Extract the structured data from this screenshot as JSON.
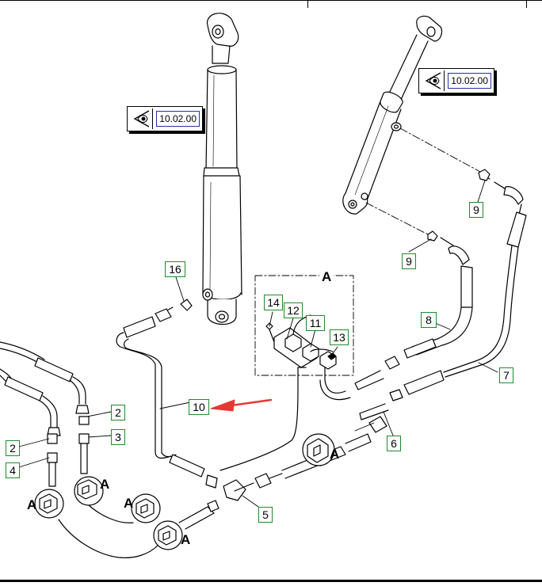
{
  "diagram": {
    "view_reference": {
      "code": "10.02.00"
    },
    "detail_view": {
      "label": "A"
    },
    "callouts": [
      {
        "label": "16"
      },
      {
        "label": "14"
      },
      {
        "label": "12"
      },
      {
        "label": "11"
      },
      {
        "label": "13"
      },
      {
        "label": "10"
      },
      {
        "label": "9"
      },
      {
        "label": "9"
      },
      {
        "label": "8"
      },
      {
        "label": "7"
      },
      {
        "label": "6"
      },
      {
        "label": "5"
      },
      {
        "label": "4"
      },
      {
        "label": "3"
      },
      {
        "label": "2"
      },
      {
        "label": "2"
      }
    ],
    "connector_labels": [
      "A",
      "A",
      "A",
      "A",
      "A"
    ],
    "colors": {
      "callout_border": "#1f8a2c",
      "reference_border": "#2233aa",
      "pointer_arrow": "#e53935",
      "line_art": "#000000"
    }
  }
}
